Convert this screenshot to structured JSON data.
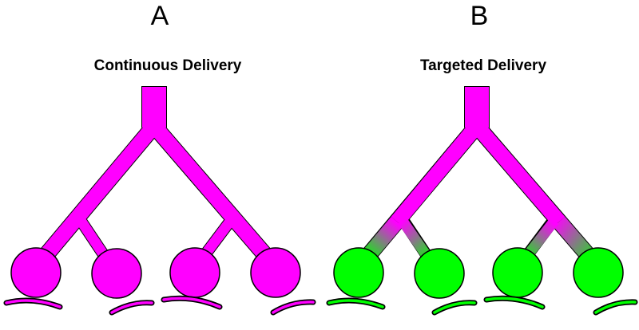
{
  "panels": [
    {
      "letter": "A",
      "title": "Continuous Delivery",
      "trunk_color": "#ff00ff",
      "terminal_color": "#ff00ff",
      "terminal_count": 4
    },
    {
      "letter": "B",
      "title": "Targeted Delivery",
      "trunk_color": "#ff00ff",
      "terminal_color": "#00ff00",
      "terminal_count": 4
    }
  ],
  "colors": {
    "outline": "#000000",
    "magenta": "#ff00ff",
    "green": "#00ff00"
  }
}
